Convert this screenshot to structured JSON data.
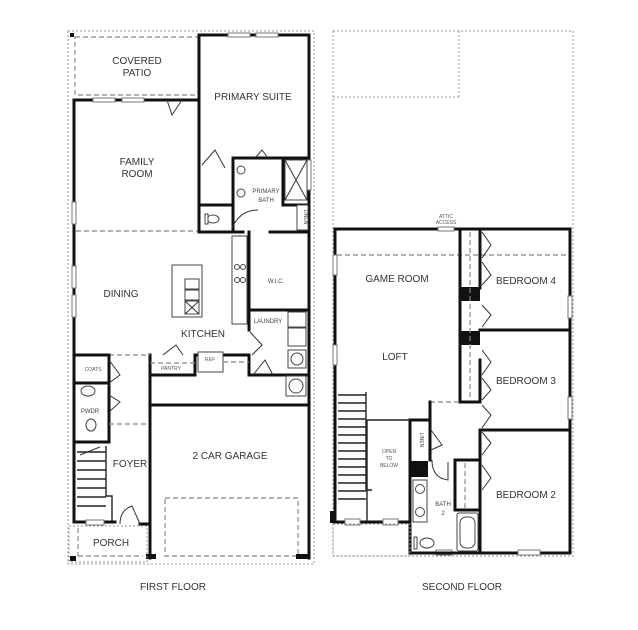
{
  "floors": [
    {
      "id": "first-floor",
      "title": "FIRST FLOOR",
      "rooms": [
        {
          "key": "covered_patio",
          "lines": [
            "COVERED",
            "PATIO"
          ]
        },
        {
          "key": "primary_suite",
          "lines": [
            "PRIMARY SUITE"
          ]
        },
        {
          "key": "family_room",
          "lines": [
            "FAMILY",
            "ROOM"
          ]
        },
        {
          "key": "primary_bath",
          "lines": [
            "PRIMARY",
            "BATH"
          ]
        },
        {
          "key": "linen_1",
          "lines": [
            "LINEN"
          ]
        },
        {
          "key": "wic",
          "lines": [
            "W.I.C."
          ]
        },
        {
          "key": "dining",
          "lines": [
            "DINING"
          ]
        },
        {
          "key": "kitchen",
          "lines": [
            "KITCHEN"
          ]
        },
        {
          "key": "laundry",
          "lines": [
            "LAUNDRY"
          ]
        },
        {
          "key": "pantry",
          "lines": [
            "PANTRY"
          ]
        },
        {
          "key": "ref",
          "lines": [
            "REF"
          ]
        },
        {
          "key": "coats",
          "lines": [
            "COATS"
          ]
        },
        {
          "key": "pwdr",
          "lines": [
            "PWDR"
          ]
        },
        {
          "key": "foyer",
          "lines": [
            "FOYER"
          ]
        },
        {
          "key": "garage",
          "lines": [
            "2 CAR GARAGE"
          ]
        },
        {
          "key": "porch",
          "lines": [
            "PORCH"
          ]
        }
      ]
    },
    {
      "id": "second-floor",
      "title": "SECOND FLOOR",
      "rooms": [
        {
          "key": "attic_access",
          "lines": [
            "ATTIC",
            "ACCESS"
          ]
        },
        {
          "key": "game_room",
          "lines": [
            "GAME ROOM"
          ]
        },
        {
          "key": "loft",
          "lines": [
            "LOFT"
          ]
        },
        {
          "key": "bedroom_4",
          "lines": [
            "BEDROOM 4"
          ]
        },
        {
          "key": "bedroom_3",
          "lines": [
            "BEDROOM 3"
          ]
        },
        {
          "key": "bedroom_2",
          "lines": [
            "BEDROOM 2"
          ]
        },
        {
          "key": "open_to_below",
          "lines": [
            "OPEN",
            "TO",
            "BELOW"
          ]
        },
        {
          "key": "linen_2",
          "lines": [
            "LINEN"
          ]
        },
        {
          "key": "bath_2",
          "lines": [
            "BATH",
            "2"
          ]
        }
      ]
    }
  ],
  "colors": {
    "wall": "#111111",
    "dashed": "#888888",
    "text": "#333333",
    "background": "#ffffff"
  }
}
